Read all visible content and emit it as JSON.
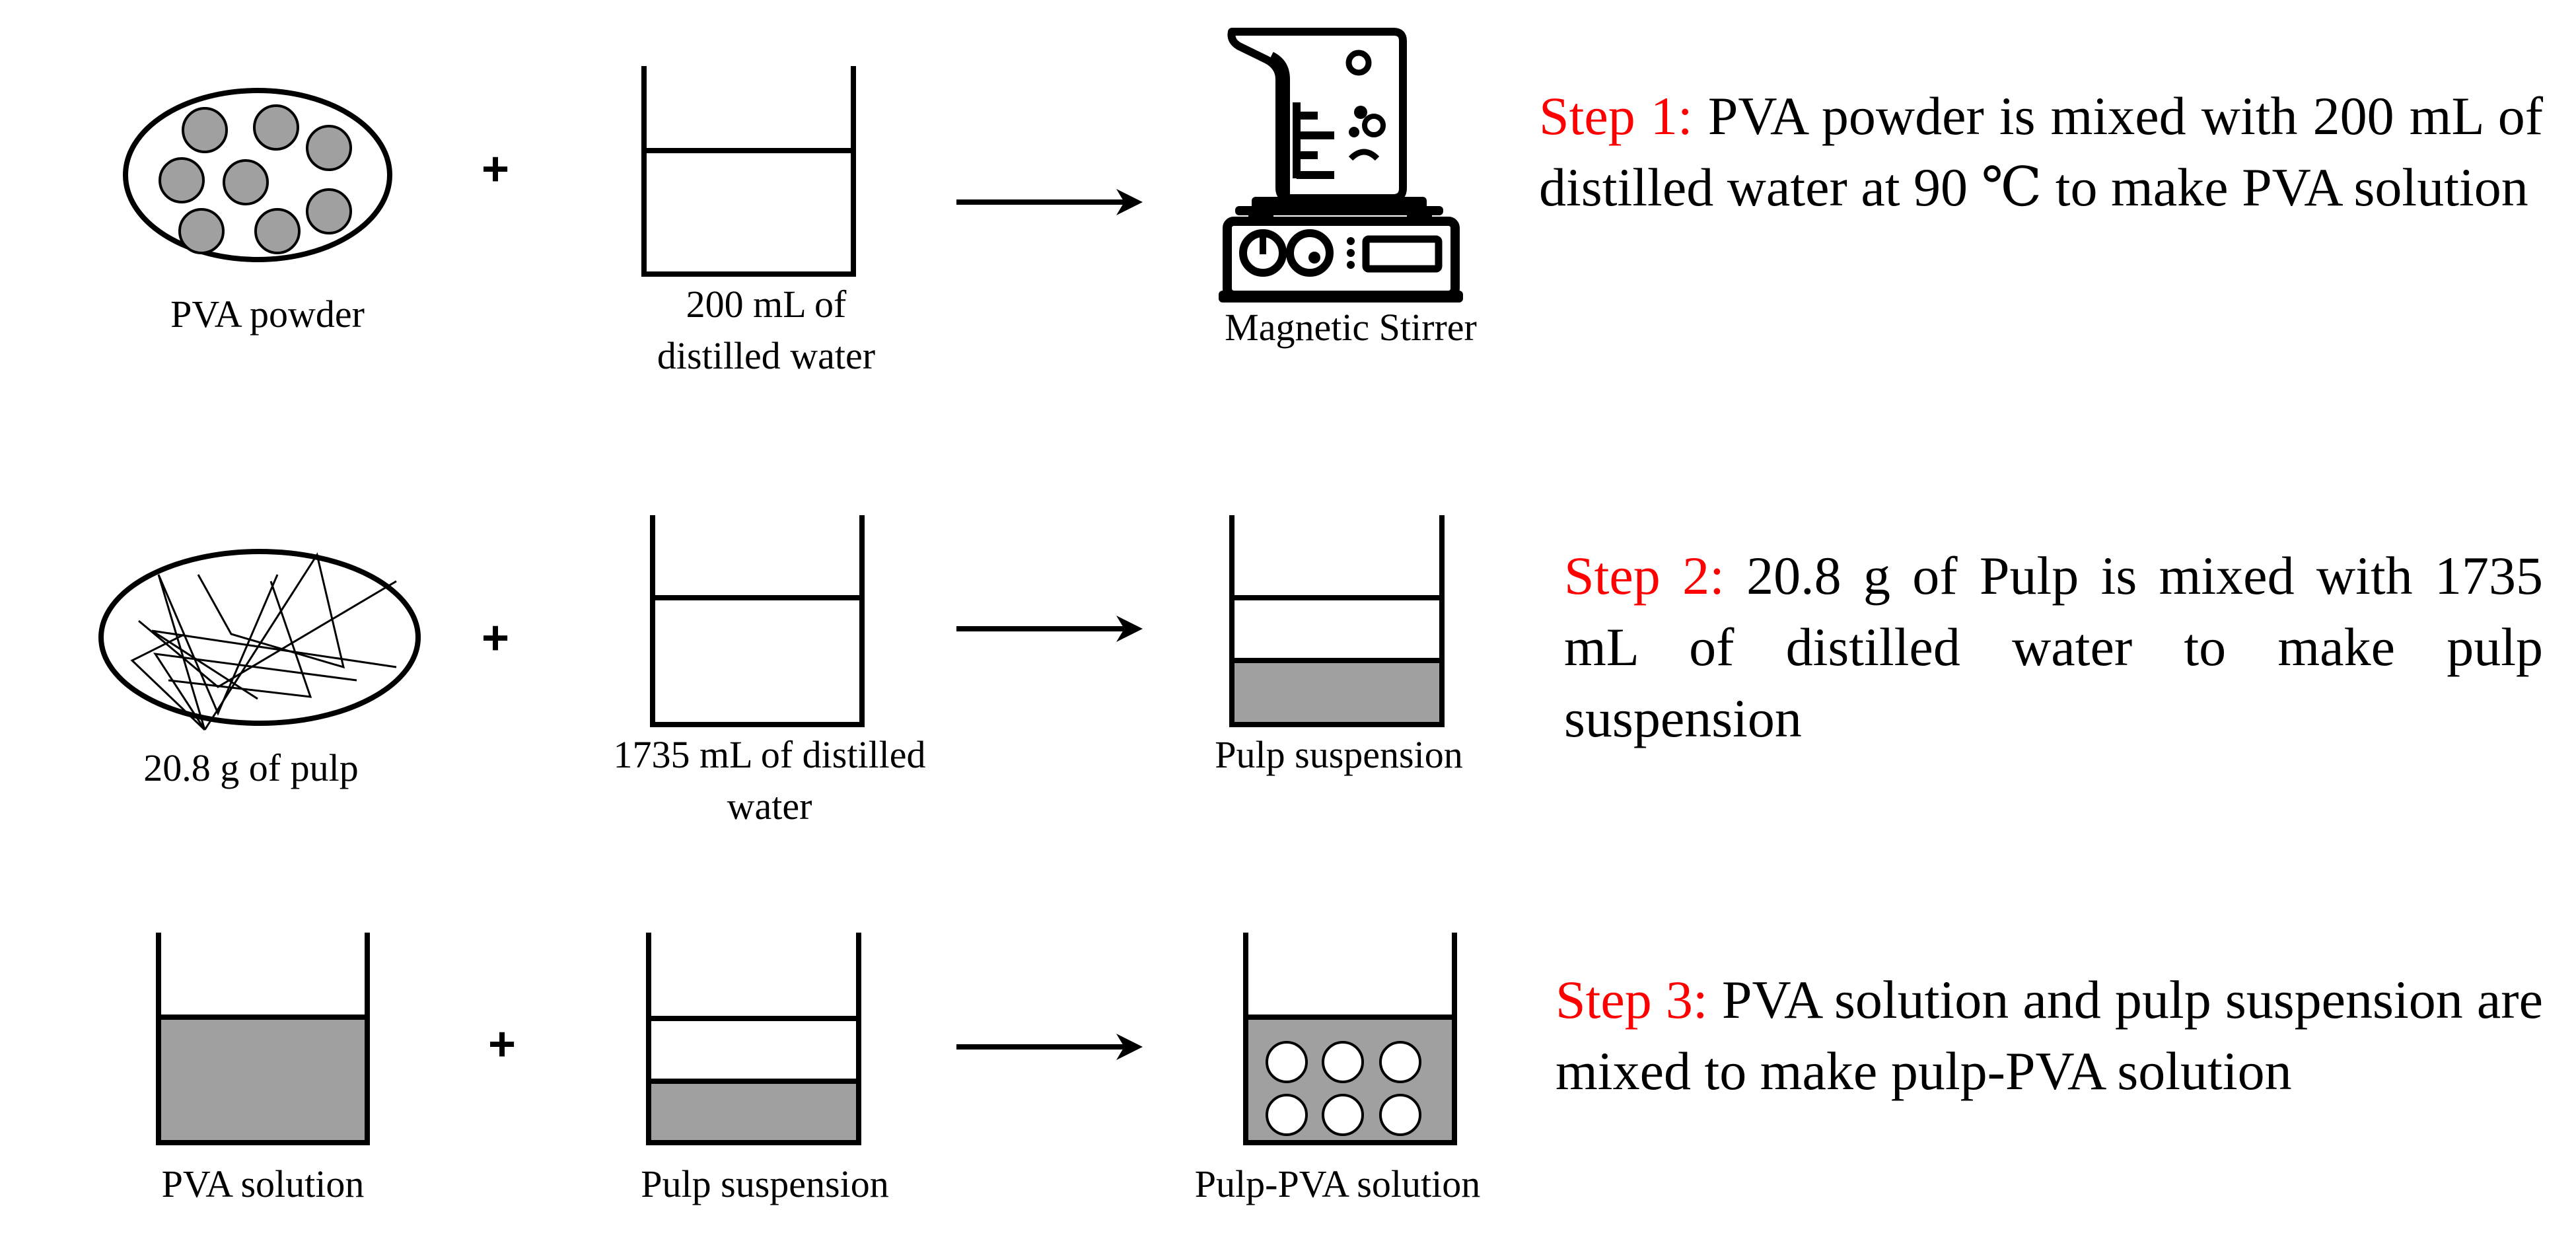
{
  "steps": [
    {
      "label": "Step 1:",
      "text": " PVA powder is mixed with 200 mL of distilled water at 90 ℃ to make PVA solution",
      "items": {
        "reagent_a": "PVA powder",
        "reagent_b_line1": "200 mL of",
        "reagent_b_line2": "distilled water",
        "product": "Magnetic Stirrer"
      }
    },
    {
      "label": "Step 2:",
      "text": " 20.8 g of Pulp is mixed with 1735 mL of distilled water to make pulp suspension",
      "items": {
        "reagent_a": "20.8 g of pulp",
        "reagent_b_line1": "1735 mL of distilled",
        "reagent_b_line2": "water",
        "product": "Pulp suspension"
      }
    },
    {
      "label": "Step 3:",
      "text": " PVA solution and pulp suspension are mixed to make pulp-PVA solution",
      "items": {
        "reagent_a": "PVA solution",
        "reagent_b": "Pulp suspension",
        "product": "Pulp-PVA solution"
      }
    }
  ],
  "plus_sign": "+",
  "colors": {
    "step_label": "#ff0000",
    "fill_gray": "#a0a0a0",
    "stroke": "#000000"
  },
  "icons": [
    "powder-dish-icon",
    "beaker-icon",
    "arrow-icon",
    "magnetic-stirrer-icon",
    "pulp-fiber-dish-icon"
  ]
}
